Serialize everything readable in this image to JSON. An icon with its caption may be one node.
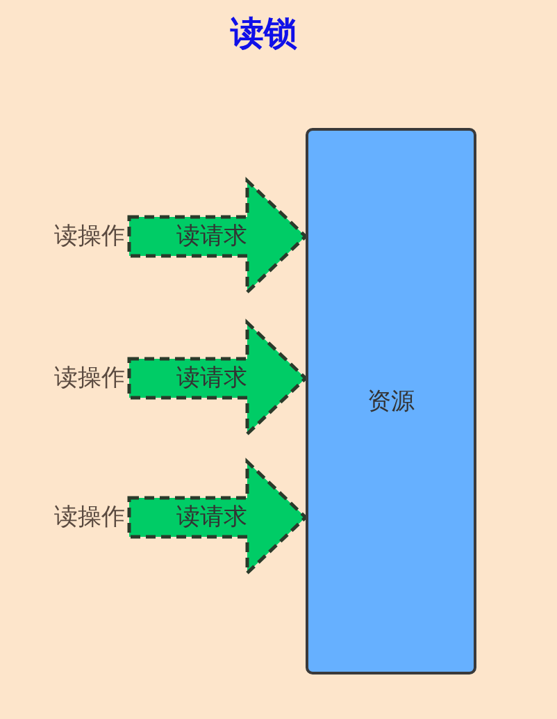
{
  "diagram": {
    "title": "读锁",
    "nodes": [
      {
        "text": [
          "读操作"
        ]
      },
      {
        "text": [
          "读操作"
        ]
      },
      {
        "text": [
          "读操作"
        ]
      },
      {
        "text": [
          "资源"
        ]
      }
    ],
    "edges": [
      {
        "from": 0,
        "to": 3,
        "arrow": "to",
        "label": "读请求",
        "style": "dashed"
      },
      {
        "from": 1,
        "to": 3,
        "arrow": "to",
        "label": "读请求",
        "style": "dashed"
      },
      {
        "from": 2,
        "to": 3,
        "arrow": "to",
        "label": "读请求",
        "style": "dashed"
      }
    ]
  }
}
